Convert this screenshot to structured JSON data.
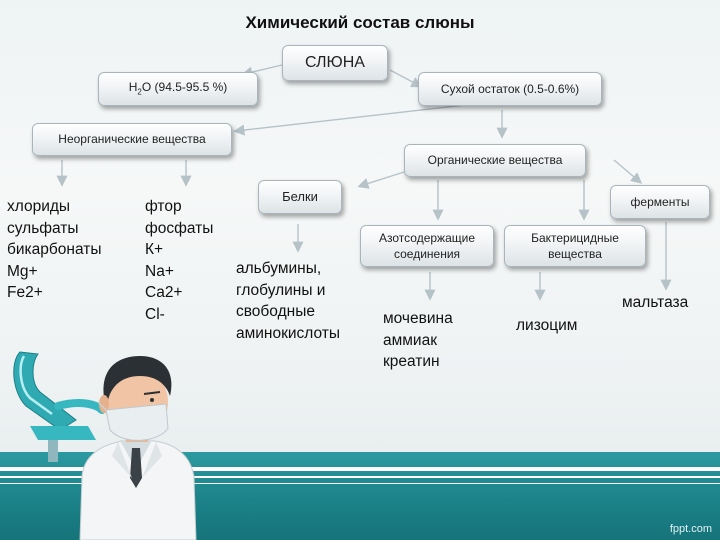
{
  "title": "Химический состав слюны",
  "nodes": {
    "saliva": "СЛЮНА",
    "water_prefix": "H",
    "water_sub": "2",
    "water_suffix": "O (94.5-95.5 %)",
    "dry_residue": "Сухой остаток (0.5-0.6%)",
    "inorganic": "Неорганические вещества",
    "organic": "Органические вещества",
    "proteins": "Белки",
    "enzymes": "ферменты",
    "nitrogen_line1": "Азотсодержащие",
    "nitrogen_line2": "соединения",
    "bactericidal_line1": "Бактерицидные",
    "bactericidal_line2": "вещества"
  },
  "inorganic_col1": [
    "хлориды",
    "сульфаты",
    "бикарбонаты",
    "Mg+",
    "Fe2+"
  ],
  "inorganic_col2": [
    "фтор",
    "фосфаты",
    "К+",
    "Na+",
    "Ca2+",
    "Cl-"
  ],
  "protein_items": [
    "альбумины,",
    "глобулины и",
    "свободные",
    "аминокислоты"
  ],
  "nitrogen_items": [
    "мочевина",
    "аммиак",
    "креатин"
  ],
  "bactericidal_item": "лизоцим",
  "enzyme_item": "мальтаза",
  "credit": "fppt.com",
  "colors": {
    "teal": "#1c8289",
    "box_border": "#a9b5bb",
    "arrow": "#b5c2c8"
  }
}
